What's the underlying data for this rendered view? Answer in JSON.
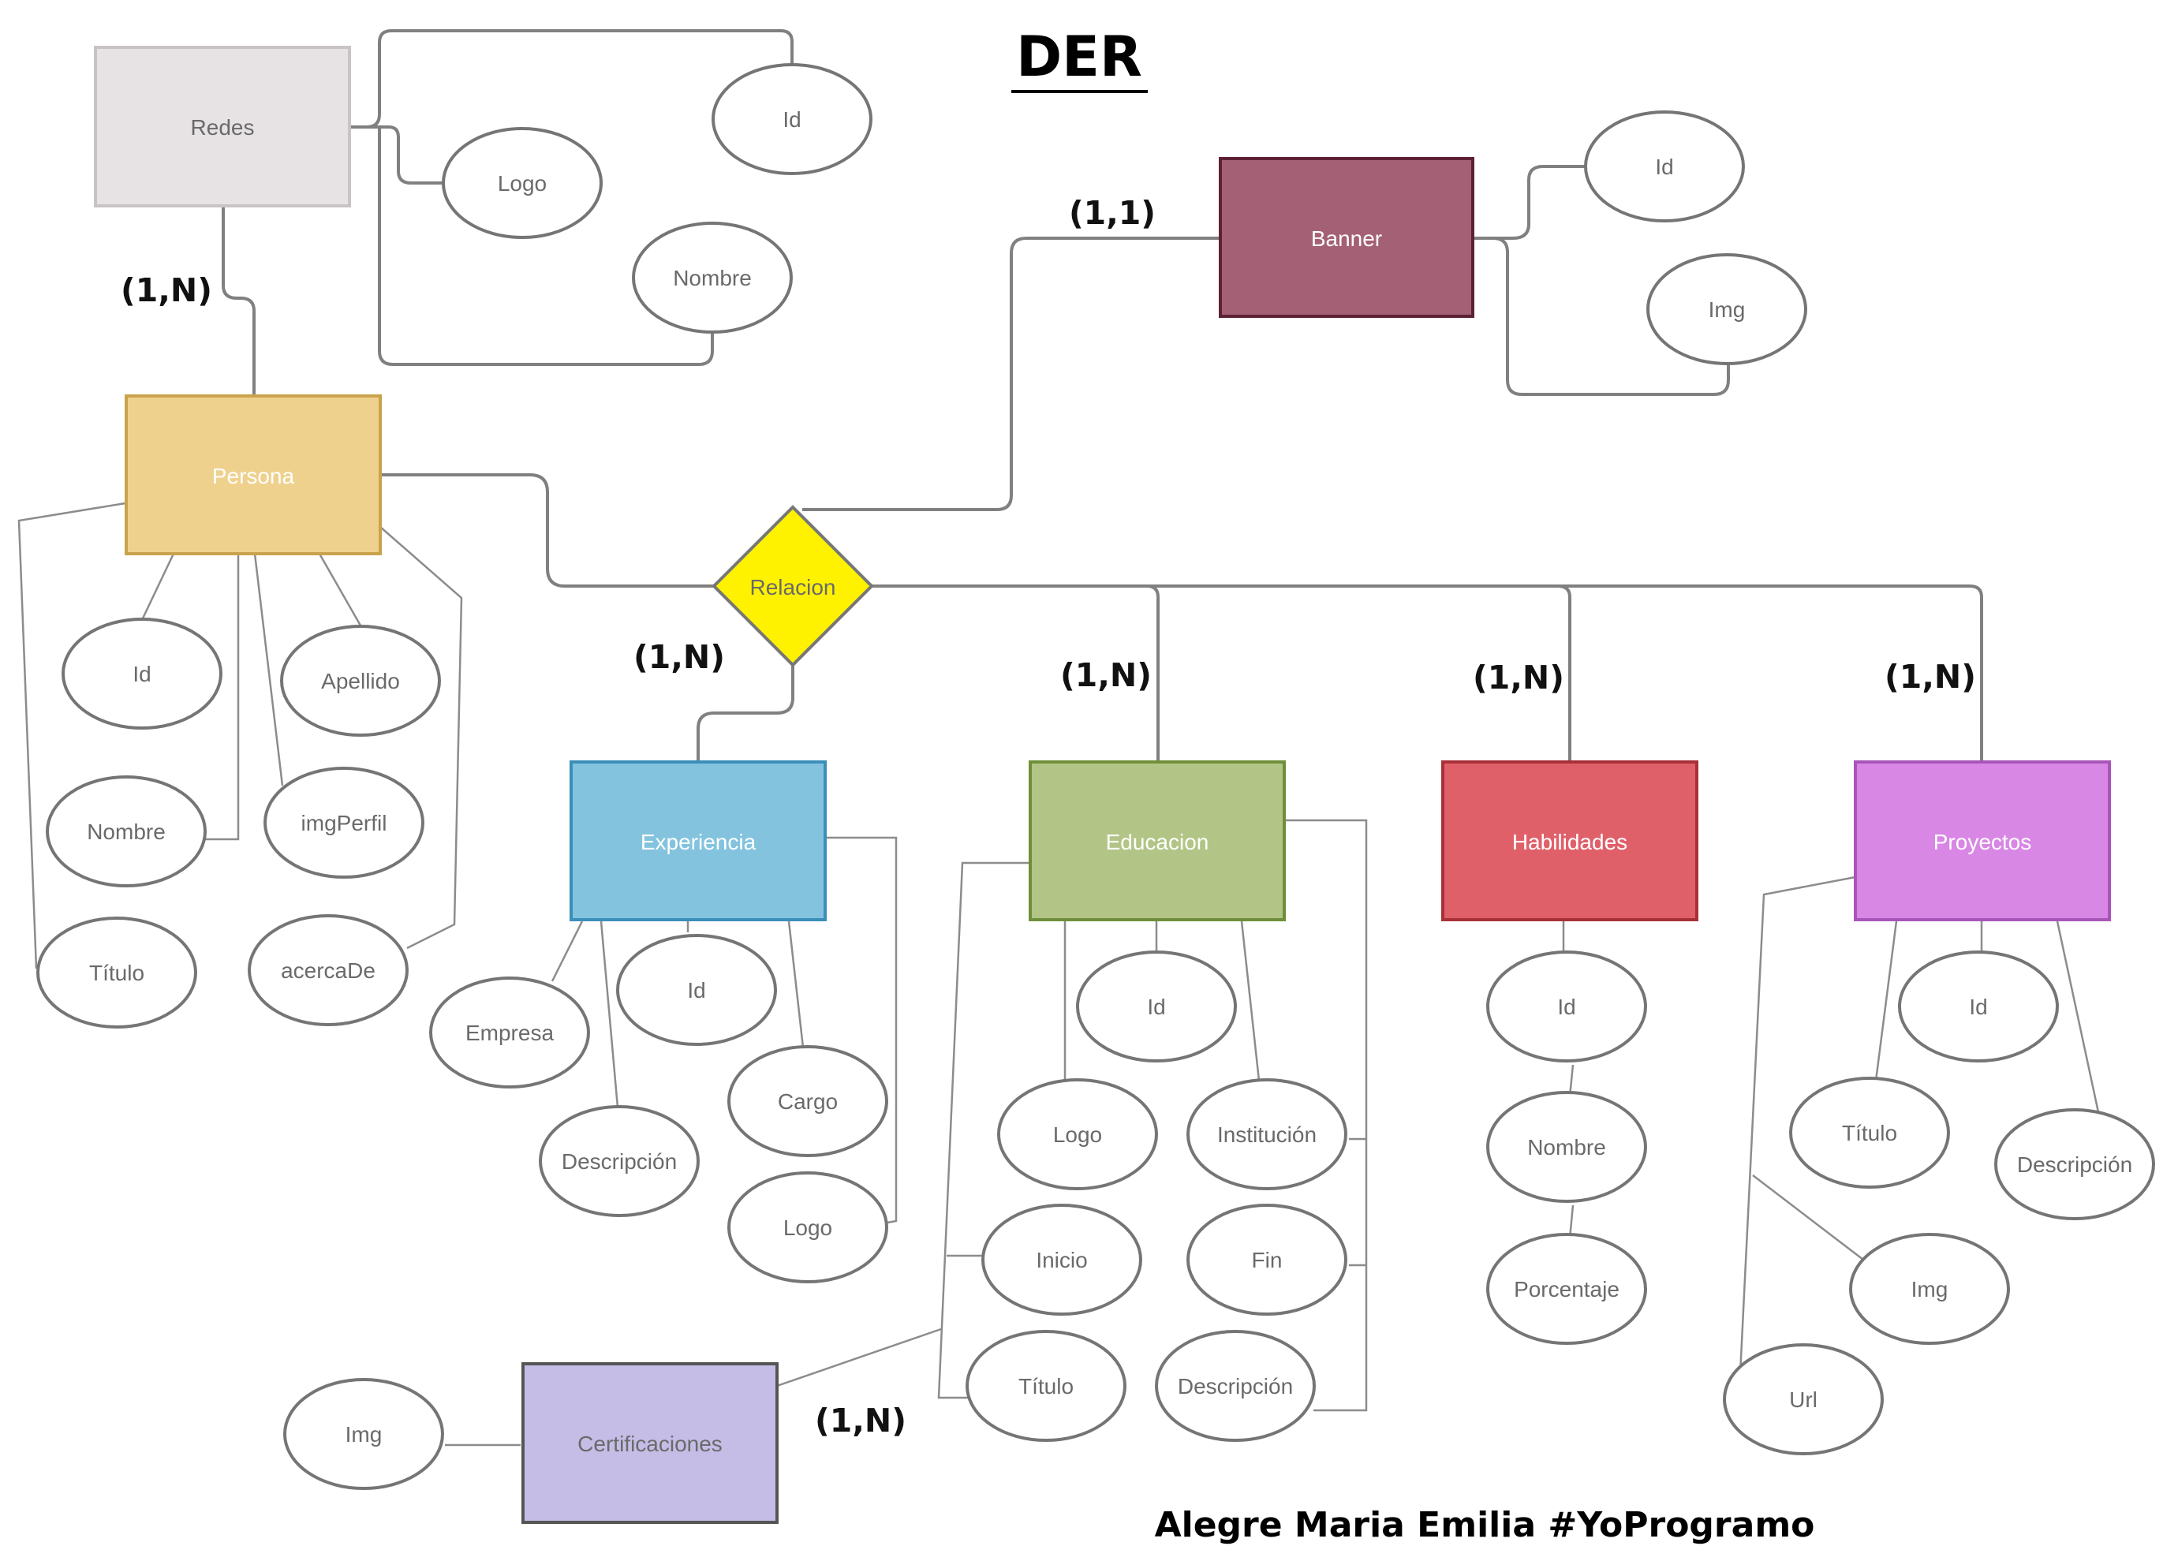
{
  "title": "DER",
  "footer": "Alegre Maria Emilia #YoProgramo",
  "colors": {
    "redes": "#e7e3e5",
    "persona": "#efd18e",
    "banner": "#a46075",
    "experiencia": "#83c3de",
    "educacion": "#b2c586",
    "habilidades": "#e0606a",
    "proyectos": "#d887e5",
    "certificaciones": "#c5bde6",
    "relacion": "#fff200"
  },
  "entities": {
    "redes": "Redes",
    "persona": "Persona",
    "banner": "Banner",
    "relacion": "Relacion",
    "experiencia": "Experiencia",
    "educacion": "Educacion",
    "habilidades": "Habilidades",
    "proyectos": "Proyectos",
    "certificaciones": "Certificaciones"
  },
  "attributes": {
    "redes": [
      "Id",
      "Logo",
      "Nombre"
    ],
    "banner": [
      "Id",
      "Img"
    ],
    "persona": [
      "Id",
      "Apellido",
      "Nombre",
      "imgPerfil",
      "Título",
      "acercaDe"
    ],
    "experiencia": [
      "Empresa",
      "Id",
      "Cargo",
      "Descripción",
      "Logo"
    ],
    "educacion": [
      "Id",
      "Logo",
      "Institución",
      "Inicio",
      "Fin",
      "Título",
      "Descripción"
    ],
    "habilidades": [
      "Id",
      "Nombre",
      "Porcentaje"
    ],
    "proyectos": [
      "Id",
      "Título",
      "Descripción",
      "Img",
      "Url"
    ],
    "certificaciones": [
      "Img"
    ]
  },
  "cardinalities": {
    "redes_persona": "(1,N)",
    "banner": "(1,1)",
    "experiencia": "(1,N)",
    "educacion": "(1,N)",
    "habilidades": "(1,N)",
    "proyectos": "(1,N)",
    "certificaciones": "(1,N)"
  }
}
